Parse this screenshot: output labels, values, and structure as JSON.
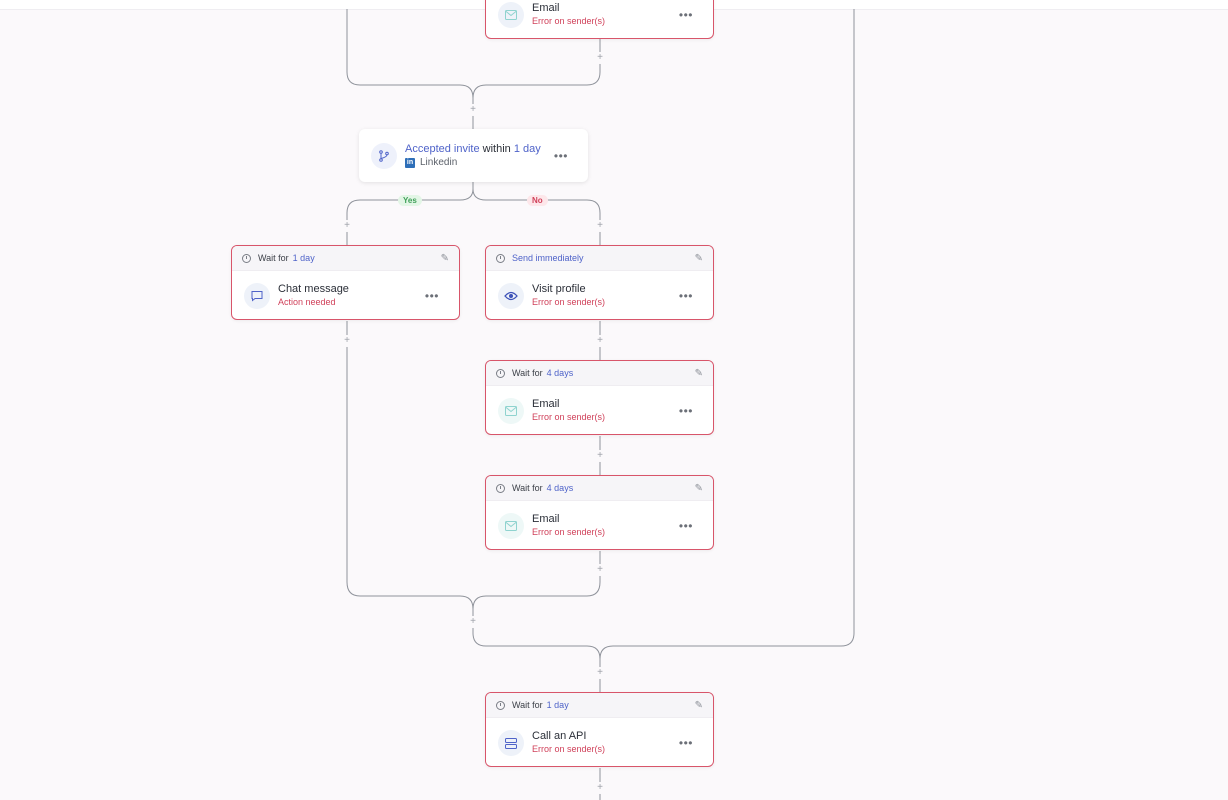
{
  "condition": {
    "event_label": "Accepted invite",
    "within_label": "within",
    "duration": "1 day",
    "channel": "Linkedin",
    "channel_badge": "in"
  },
  "branches": {
    "yes": "Yes",
    "no": "No"
  },
  "plus_symbol": "+",
  "more_symbol": "•••",
  "edit_symbol": "✎",
  "top_step": {
    "title": "Email",
    "status": "Error on sender(s)"
  },
  "steps": [
    {
      "delay_prefix": "Wait for",
      "delay_value": "1 day",
      "title": "Chat message",
      "status": "Action needed",
      "icon": "chat-icon"
    },
    {
      "delay_prefix": "",
      "delay_value": "Send immediately",
      "title": "Visit profile",
      "status": "Error on sender(s)",
      "icon": "eye-icon"
    },
    {
      "delay_prefix": "Wait for",
      "delay_value": "4 days",
      "title": "Email",
      "status": "Error on sender(s)",
      "icon": "email-icon"
    },
    {
      "delay_prefix": "Wait for",
      "delay_value": "4 days",
      "title": "Email",
      "status": "Error on sender(s)",
      "icon": "email-icon"
    },
    {
      "delay_prefix": "Wait for",
      "delay_value": "1 day",
      "title": "Call an API",
      "status": "Error on sender(s)",
      "icon": "api-icon"
    }
  ],
  "colors": {
    "accent": "#4f63c9",
    "error": "#d0415a",
    "card_border": "#d8556a",
    "yes_text": "#3f9f58",
    "no_text": "#d0415a",
    "linkedin": "#2f6fb8"
  }
}
